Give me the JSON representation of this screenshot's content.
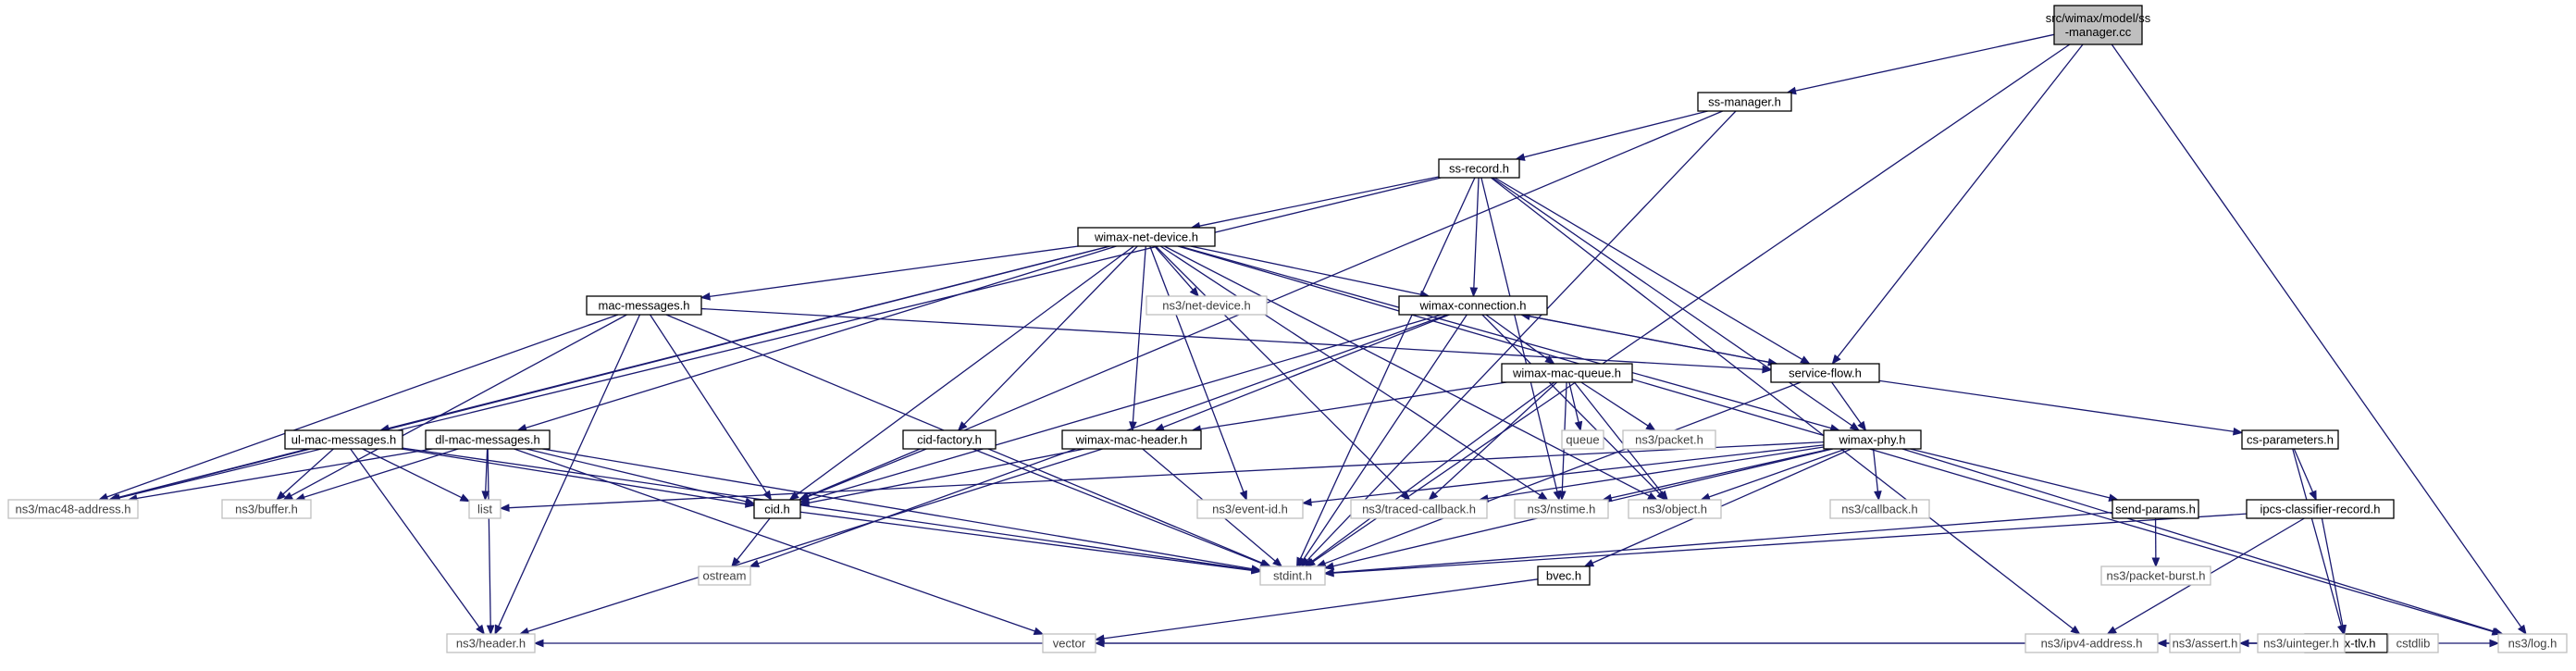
{
  "diagram": {
    "colors": {
      "edge": "#191970",
      "root_fill": "#bfbfbf",
      "external_border": "#bfbfbf"
    },
    "nodes": [
      {
        "id": "root",
        "label": [
          "src/wimax/model/ss",
          "-manager.cc"
        ],
        "kind": "root"
      },
      {
        "id": "ssmgr",
        "label": [
          "ss-manager.h"
        ],
        "kind": "internal"
      },
      {
        "id": "ssrec",
        "label": [
          "ss-record.h"
        ],
        "kind": "internal"
      },
      {
        "id": "netdev",
        "label": [
          "wimax-net-device.h"
        ],
        "kind": "internal"
      },
      {
        "id": "conn",
        "label": [
          "wimax-connection.h"
        ],
        "kind": "internal"
      },
      {
        "id": "macmsg",
        "label": [
          "mac-messages.h"
        ],
        "kind": "internal"
      },
      {
        "id": "svcflow",
        "label": [
          "service-flow.h"
        ],
        "kind": "internal"
      },
      {
        "id": "macq",
        "label": [
          "wimax-mac-queue.h"
        ],
        "kind": "internal"
      },
      {
        "id": "ulmac",
        "label": [
          "ul-mac-messages.h"
        ],
        "kind": "internal"
      },
      {
        "id": "dlmac",
        "label": [
          "dl-mac-messages.h"
        ],
        "kind": "internal"
      },
      {
        "id": "cidf",
        "label": [
          "cid-factory.h"
        ],
        "kind": "internal"
      },
      {
        "id": "machdr",
        "label": [
          "wimax-mac-header.h"
        ],
        "kind": "internal"
      },
      {
        "id": "phy",
        "label": [
          "wimax-phy.h"
        ],
        "kind": "internal"
      },
      {
        "id": "csparam",
        "label": [
          "cs-parameters.h"
        ],
        "kind": "internal"
      },
      {
        "id": "cid",
        "label": [
          "cid.h"
        ],
        "kind": "internal"
      },
      {
        "id": "sendp",
        "label": [
          "send-params.h"
        ],
        "kind": "internal"
      },
      {
        "id": "ipcs",
        "label": [
          "ipcs-classifier-record.h"
        ],
        "kind": "internal"
      },
      {
        "id": "bvec",
        "label": [
          "bvec.h"
        ],
        "kind": "internal"
      },
      {
        "id": "tlv",
        "label": [
          "wimax-tlv.h"
        ],
        "kind": "internal"
      },
      {
        "id": "netdevice",
        "label": [
          "ns3/net-device.h"
        ],
        "kind": "external"
      },
      {
        "id": "queue",
        "label": [
          "queue"
        ],
        "kind": "external"
      },
      {
        "id": "packet",
        "label": [
          "ns3/packet.h"
        ],
        "kind": "external"
      },
      {
        "id": "mac48",
        "label": [
          "ns3/mac48-address.h"
        ],
        "kind": "external"
      },
      {
        "id": "buffer",
        "label": [
          "ns3/buffer.h"
        ],
        "kind": "external"
      },
      {
        "id": "list",
        "label": [
          "list"
        ],
        "kind": "external"
      },
      {
        "id": "eventid",
        "label": [
          "ns3/event-id.h"
        ],
        "kind": "external"
      },
      {
        "id": "traced",
        "label": [
          "ns3/traced-callback.h"
        ],
        "kind": "external"
      },
      {
        "id": "nstime",
        "label": [
          "ns3/nstime.h"
        ],
        "kind": "external"
      },
      {
        "id": "object",
        "label": [
          "ns3/object.h"
        ],
        "kind": "external"
      },
      {
        "id": "callback",
        "label": [
          "ns3/callback.h"
        ],
        "kind": "external"
      },
      {
        "id": "ostream",
        "label": [
          "ostream"
        ],
        "kind": "external"
      },
      {
        "id": "stdint",
        "label": [
          "stdint.h"
        ],
        "kind": "external"
      },
      {
        "id": "pktburst",
        "label": [
          "ns3/packet-burst.h"
        ],
        "kind": "external"
      },
      {
        "id": "header",
        "label": [
          "ns3/header.h"
        ],
        "kind": "external"
      },
      {
        "id": "vector",
        "label": [
          "vector"
        ],
        "kind": "external"
      },
      {
        "id": "ipv4",
        "label": [
          "ns3/ipv4-address.h"
        ],
        "kind": "external"
      },
      {
        "id": "assert",
        "label": [
          "ns3/assert.h"
        ],
        "kind": "external"
      },
      {
        "id": "uinteger",
        "label": [
          "ns3/uinteger.h"
        ],
        "kind": "external"
      },
      {
        "id": "cstdlib",
        "label": [
          "cstdlib"
        ],
        "kind": "external"
      },
      {
        "id": "log",
        "label": [
          "ns3/log.h"
        ],
        "kind": "external"
      }
    ],
    "edges": [
      [
        "root",
        "ssmgr"
      ],
      [
        "root",
        "svcflow"
      ],
      [
        "root",
        "stdint"
      ],
      [
        "root",
        "log"
      ],
      [
        "ssmgr",
        "ssrec"
      ],
      [
        "ssmgr",
        "cid"
      ],
      [
        "ssmgr",
        "stdint"
      ],
      [
        "ssrec",
        "netdev"
      ],
      [
        "ssrec",
        "conn"
      ],
      [
        "ssrec",
        "svcflow"
      ],
      [
        "ssrec",
        "phy"
      ],
      [
        "ssrec",
        "mac48"
      ],
      [
        "ssrec",
        "ipv4"
      ],
      [
        "ssrec",
        "nstime"
      ],
      [
        "ssrec",
        "stdint"
      ],
      [
        "netdev",
        "macmsg"
      ],
      [
        "netdev",
        "conn"
      ],
      [
        "netdev",
        "ulmac"
      ],
      [
        "netdev",
        "dlmac"
      ],
      [
        "netdev",
        "cidf"
      ],
      [
        "netdev",
        "machdr"
      ],
      [
        "netdev",
        "phy"
      ],
      [
        "netdev",
        "netdevice"
      ],
      [
        "netdev",
        "eventid"
      ],
      [
        "netdev",
        "traced"
      ],
      [
        "netdev",
        "nstime"
      ],
      [
        "netdev",
        "cid"
      ],
      [
        "netdev",
        "mac48"
      ],
      [
        "netdev",
        "log"
      ],
      [
        "netdev",
        "object"
      ],
      [
        "macmsg",
        "svcflow"
      ],
      [
        "macmsg",
        "cid"
      ],
      [
        "macmsg",
        "mac48"
      ],
      [
        "macmsg",
        "buffer"
      ],
      [
        "macmsg",
        "header"
      ],
      [
        "macmsg",
        "stdint"
      ],
      [
        "conn",
        "svcflow"
      ],
      [
        "conn",
        "macq"
      ],
      [
        "conn",
        "machdr"
      ],
      [
        "conn",
        "cid"
      ],
      [
        "conn",
        "object"
      ],
      [
        "conn",
        "stdint"
      ],
      [
        "conn",
        "ostream"
      ],
      [
        "svcflow",
        "conn"
      ],
      [
        "svcflow",
        "phy"
      ],
      [
        "svcflow",
        "csparam"
      ],
      [
        "svcflow",
        "stdint"
      ],
      [
        "macq",
        "machdr"
      ],
      [
        "macq",
        "queue"
      ],
      [
        "macq",
        "packet"
      ],
      [
        "macq",
        "traced"
      ],
      [
        "macq",
        "nstime"
      ],
      [
        "macq",
        "object"
      ],
      [
        "macq",
        "stdint"
      ],
      [
        "ulmac",
        "cid"
      ],
      [
        "ulmac",
        "mac48"
      ],
      [
        "ulmac",
        "buffer"
      ],
      [
        "ulmac",
        "list"
      ],
      [
        "ulmac",
        "header"
      ],
      [
        "ulmac",
        "stdint"
      ],
      [
        "dlmac",
        "cid"
      ],
      [
        "dlmac",
        "mac48"
      ],
      [
        "dlmac",
        "buffer"
      ],
      [
        "dlmac",
        "list"
      ],
      [
        "dlmac",
        "header"
      ],
      [
        "dlmac",
        "vector"
      ],
      [
        "dlmac",
        "stdint"
      ],
      [
        "cidf",
        "cid"
      ],
      [
        "cidf",
        "stdint"
      ],
      [
        "machdr",
        "cid"
      ],
      [
        "machdr",
        "header"
      ],
      [
        "machdr",
        "stdint"
      ],
      [
        "phy",
        "list"
      ],
      [
        "phy",
        "eventid"
      ],
      [
        "phy",
        "traced"
      ],
      [
        "phy",
        "nstime"
      ],
      [
        "phy",
        "object"
      ],
      [
        "phy",
        "callback"
      ],
      [
        "phy",
        "sendp"
      ],
      [
        "phy",
        "bvec"
      ],
      [
        "phy",
        "log"
      ],
      [
        "phy",
        "stdint"
      ],
      [
        "csparam",
        "ipcs"
      ],
      [
        "csparam",
        "tlv"
      ],
      [
        "cid",
        "ostream"
      ],
      [
        "cid",
        "stdint"
      ],
      [
        "sendp",
        "pktburst"
      ],
      [
        "sendp",
        "stdint"
      ],
      [
        "ipcs",
        "tlv"
      ],
      [
        "ipcs",
        "ipv4"
      ],
      [
        "ipcs",
        "stdint"
      ],
      [
        "bvec",
        "vector"
      ],
      [
        "tlv",
        "ipv4"
      ],
      [
        "tlv",
        "assert"
      ],
      [
        "tlv",
        "uinteger"
      ],
      [
        "tlv",
        "cstdlib"
      ],
      [
        "tlv",
        "log"
      ],
      [
        "tlv",
        "header"
      ],
      [
        "tlv",
        "vector"
      ]
    ]
  }
}
